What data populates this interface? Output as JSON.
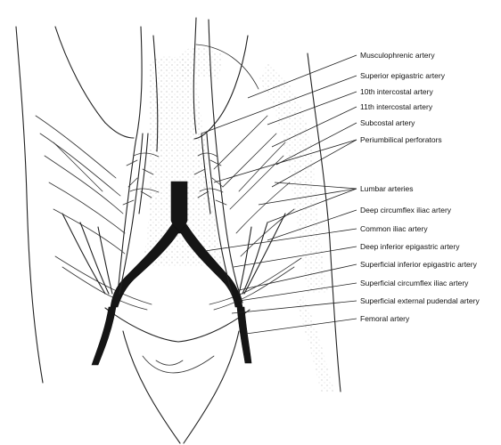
{
  "labels": {
    "musculophrenic": "Musculophrenic artery",
    "superior_epigastric": "Superior epigastric artery",
    "intercostal_10": "10th intercostal artery",
    "intercostal_11": "11th intercostal artery",
    "subcostal": "Subcostal artery",
    "periumbilical": "Periumbilical perforators",
    "lumbar": "Lumbar arteries",
    "deep_circumflex_iliac": "Deep circumflex iliac artery",
    "common_iliac": "Common iliac artery",
    "deep_inferior_epigastric": "Deep inferior epigastric artery",
    "superficial_inferior_epigastric": "Superficial inferior epigastric artery",
    "superficial_circumflex_iliac": "Superficial circumflex iliac artery",
    "superficial_external_pudendal": "Superficial external pudendal artery",
    "femoral": "Femoral artery"
  }
}
